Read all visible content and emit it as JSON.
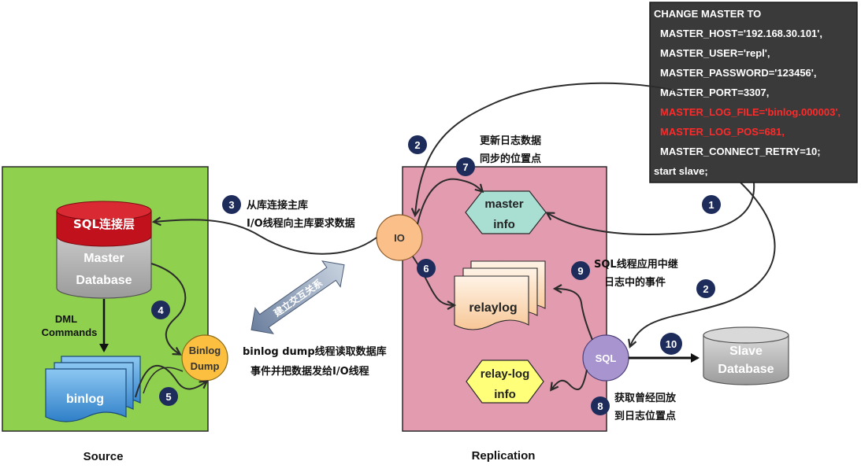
{
  "sections": {
    "source_label": "Source",
    "replication_label": "Replication"
  },
  "source": {
    "sql_layer": "SQL连接层",
    "db_line1": "Master",
    "db_line2": "Database",
    "dml_line1": "DML",
    "dml_line2": "Commands",
    "binlog": "binlog",
    "dump_line1": "Binlog",
    "dump_line2": "Dump"
  },
  "replication": {
    "io": "IO",
    "master_info_line1": "master",
    "master_info_line2": "info",
    "relaylog": "relaylog",
    "relay_info_line1": "relay-log",
    "relay_info_line2": "info",
    "sql": "SQL"
  },
  "slave_db": {
    "line1": "Slave",
    "line2": "Database"
  },
  "command": {
    "lines": [
      {
        "text": "CHANGE MASTER TO",
        "color": "#ffffff"
      },
      {
        "text": "MASTER_HOST='192.168.30.101',",
        "color": "#ffffff"
      },
      {
        "text": "MASTER_USER='repl',",
        "color": "#ffffff"
      },
      {
        "text": "MASTER_PASSWORD='123456',",
        "color": "#ffffff"
      },
      {
        "text": "MASTER_PORT=3307,",
        "color": "#ffffff"
      },
      {
        "text": "MASTER_LOG_FILE='binlog.000003',",
        "color": "#ff2a2a"
      },
      {
        "text": "MASTER_LOG_POS=681,",
        "color": "#ff2a2a"
      },
      {
        "text": "MASTER_CONNECT_RETRY=10;",
        "color": "#ffffff"
      },
      {
        "text": "start slave;",
        "color": "#ffffff"
      }
    ]
  },
  "badges": {
    "b1": "1",
    "b2a": "2",
    "b2b": "2",
    "b3": "3",
    "b4": "4",
    "b5": "5",
    "b6": "6",
    "b7": "7",
    "b8": "8",
    "b9": "9",
    "b10": "10"
  },
  "annotations": {
    "a3_line1": "从库连接主库",
    "a3_line2": "I/O线程向主库要求数据",
    "a7_line1": "更新日志数据",
    "a7_line2": "同步的位置点",
    "a9_line1": "SQL线程应用中继",
    "a9_line2": "日志中的事件",
    "a8_line1": "获取曾经回放",
    "a8_line2": "到日志位置点",
    "dump_line1": "binlog dump线程读取数据库",
    "dump_line2": "事件并把数据发给I/O线程",
    "relation": "建立交互关系"
  },
  "colors": {
    "source_bg": "#8fd14f",
    "replication_bg": "#e39bb0",
    "badge": "#1e2c5c",
    "command_bg": "#3a3a3a",
    "io": "#fbc08a",
    "sql": "#a895cf",
    "dump": "#fcbf3f",
    "master_info": "#a9ded2",
    "relay_info": "#ffff7a",
    "binlog": "#5aa6e0",
    "relaylog": "#fcd9b5",
    "sql_layer": "#c0111c"
  }
}
